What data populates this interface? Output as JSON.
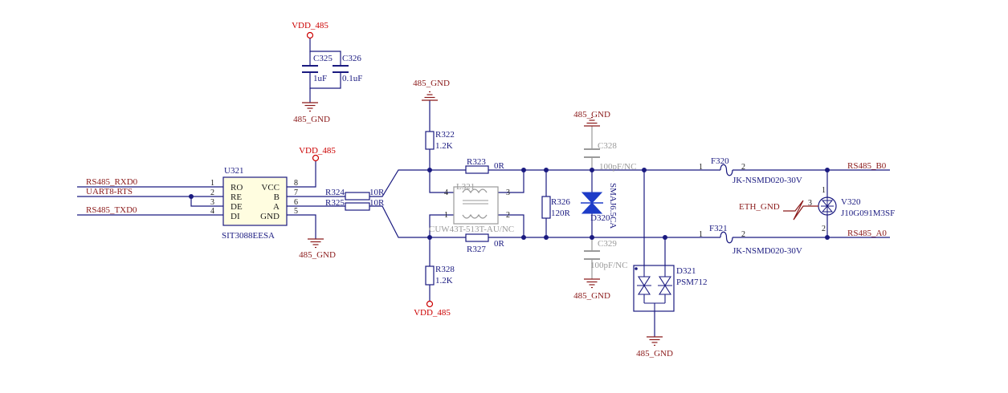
{
  "power": {
    "vdd_top": "VDD_485",
    "vdd_ic": "VDD_485",
    "vdd_bottom": "VDD_485",
    "gnd_caps": "485_GND",
    "gnd_ic": "485_GND",
    "gnd_upper": "485_GND",
    "gnd_c328": "485_GND",
    "gnd_c329": "485_GND",
    "gnd_tvs": "485_GND"
  },
  "caps": {
    "c325_ref": "C325",
    "c325_val": "1uF",
    "c326_ref": "C326",
    "c326_val": "0.1uF",
    "c328_ref": "C328",
    "c328_val": "100pF/NC",
    "c329_ref": "C329",
    "c329_val": "100pF/NC"
  },
  "ic": {
    "ref": "U321",
    "part": "SIT3088EESA",
    "pins_left": [
      {
        "name": "RO",
        "num": "1"
      },
      {
        "name": "RE",
        "num": "2"
      },
      {
        "name": "DE",
        "num": "3"
      },
      {
        "name": "DI",
        "num": "4"
      }
    ],
    "pins_right": [
      {
        "name": "VCC",
        "num": "8"
      },
      {
        "name": "B",
        "num": "7"
      },
      {
        "name": "A",
        "num": "6"
      },
      {
        "name": "GND",
        "num": "5"
      }
    ]
  },
  "nets": {
    "rxd": "RS485_RXD0",
    "rts": "UART8-RTS",
    "txd": "RS485_TXD0",
    "out_b": "RS485_B0",
    "out_a": "RS485_A0",
    "eth_gnd": "ETH_GND"
  },
  "resistors": {
    "r322_ref": "R322",
    "r322_val": "1.2K",
    "r323_ref": "R323",
    "r323_val": "0R",
    "r324_ref": "R324",
    "r324_val": "10R",
    "r325_ref": "R325",
    "r325_val": "10R",
    "r326_ref": "R326",
    "r326_val": "120R",
    "r327_ref": "R327",
    "r327_val": "0R",
    "r328_ref": "R328",
    "r328_val": "1.2K"
  },
  "choke": {
    "ref": "L321",
    "part": "CUW43T-513T-AU/NC",
    "pin1": "1",
    "pin2": "2",
    "pin3": "3",
    "pin4": "4"
  },
  "diodes": {
    "d320_ref": "D320",
    "d320_part": "SMAJ6.5CA",
    "d321_ref": "D321",
    "d321_part": "PSM712"
  },
  "fuses": {
    "f320_ref": "F320",
    "f321_ref": "F321",
    "f320_part": "JK-NSMD020-30V",
    "f321_part": "JK-NSMD020-30V",
    "pin1": "1",
    "pin2": "2"
  },
  "gdt": {
    "ref": "V320",
    "part": "J10G091M3SF",
    "pin1": "1",
    "pin2": "2",
    "pin3": "3"
  },
  "colors": {
    "wire": "#1a1a80",
    "net_label": "#8b1a1a",
    "power_label": "#cc0000",
    "not_fitted": "#9a9a9a",
    "tvs_fill": "#1e3cc8"
  }
}
